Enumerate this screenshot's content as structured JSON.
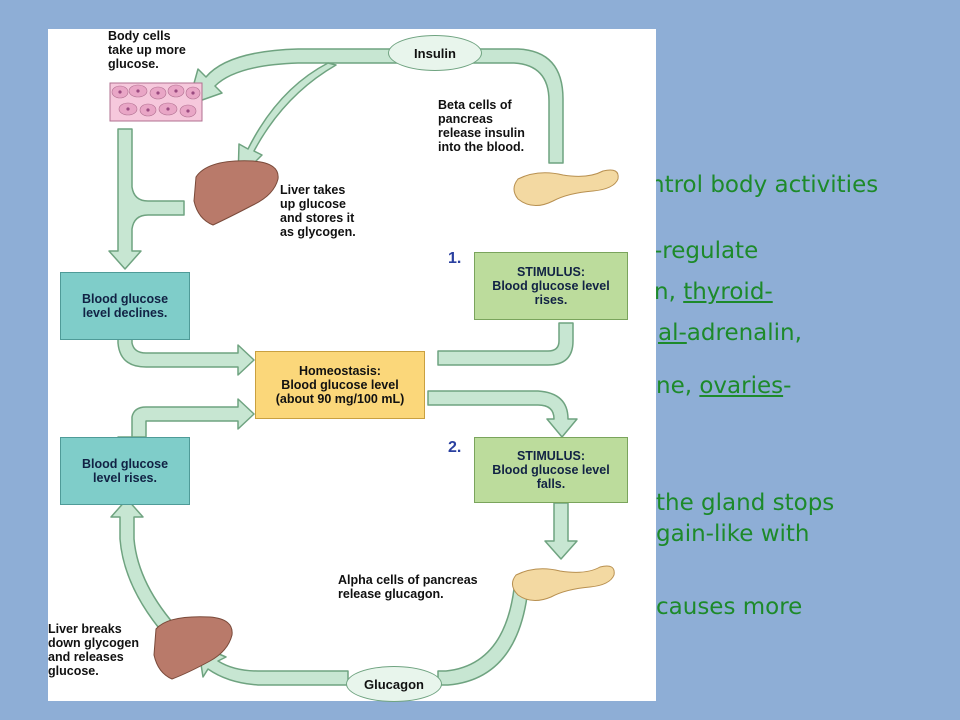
{
  "slide_fragments": [
    "ntrol body activities",
    "-regulate",
    "n, ",
    "thyroid-",
    "al-",
    "adrenalin,",
    "ne, ",
    "ovaries",
    "-",
    " the gland stops",
    "gain-like with",
    "causes more"
  ],
  "diagram": {
    "body_cells_label": "Body cells\ntake up more\nglucose.",
    "insulin_label": "Insulin",
    "beta_cells_label": "Beta cells of\npancreas\nrelease insulin\ninto the blood.",
    "liver_takes_label": "Liver takes\nup glucose\nand stores it\nas glycogen.",
    "num_1": "1.",
    "stimulus_rises": "STIMULUS:\nBlood glucose level\nrises.",
    "declines_box": "Blood glucose\nlevel declines.",
    "homeostasis_box": "Homeostasis:\nBlood glucose level\n(about 90 mg/100 mL)",
    "num_2": "2.",
    "stimulus_falls": "STIMULUS:\nBlood glucose level\nfalls.",
    "rises_box": "Blood glucose\nlevel rises.",
    "alpha_cells_label": "Alpha cells of pancreas\nrelease glucagon.",
    "liver_breaks_label": "Liver breaks\ndown glycogen\nand releases\nglucose.",
    "glucagon_label": "Glucagon"
  },
  "colors": {
    "slide_bg": "#8eaed6",
    "slide_text": "#1d8a2a",
    "arrow_fill": "#c7e6d2",
    "arrow_stroke": "#6fa380",
    "teal_box": "#7fcdc9",
    "green_box": "#bcdc9c",
    "yellow_box": "#fbd77a",
    "liver": "#b97a6a",
    "pancreas": "#f3d9a2"
  }
}
